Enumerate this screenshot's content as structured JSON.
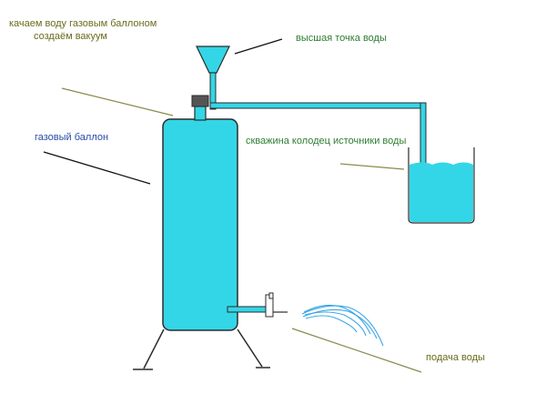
{
  "labels": {
    "pump_line1": "качаем воду газовым баллоном",
    "pump_line2": "создаём вакуум",
    "highest_point": "высшая точка воды",
    "gas_cylinder": "газовый баллон",
    "source": "скважина колодец источники воды",
    "water_supply": "подача воды"
  },
  "colors": {
    "water": "#33d6e6",
    "outline": "#2b2b2b",
    "label_olive": "#6b6b1e",
    "label_green": "#2e7d32",
    "label_blue": "#2a4aa8",
    "pointer_olive": "#8a8a4a",
    "pointer_black": "#111111",
    "spray": "#3aa6e6"
  }
}
